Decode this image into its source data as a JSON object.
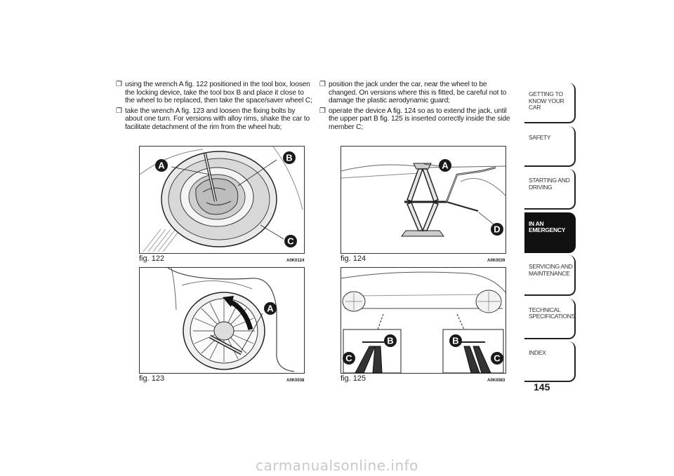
{
  "left_column": {
    "bullets": [
      "using the wrench A fig. 122 positioned in the tool box, loosen the locking device, take the tool box B and place it close to the wheel to be replaced, then take the space/saver wheel C;",
      "take the wrench A fig. 123 and loosen the fixing bolts by about one turn. For versions with alloy rims, shake the car to facilitate detachment of the rim from the wheel hub;"
    ]
  },
  "right_column": {
    "bullets": [
      "position the jack under the car, near the wheel to be changed. On versions where this is fitted, be careful not to damage the plastic aerodynamic guard;",
      "operate the device A fig. 124 so as to extend the jack, until the upper part B fig. 125 is inserted correctly inside the side member C;"
    ]
  },
  "bullet_mark": "❐",
  "figures": {
    "fig122": {
      "caption": "fig. 122",
      "code": "A0K0124",
      "labels": {
        "a": "A",
        "b": "B",
        "c": "C"
      }
    },
    "fig123": {
      "caption": "fig. 123",
      "code": "A0K0038",
      "labels": {
        "a": "A"
      }
    },
    "fig124": {
      "caption": "fig. 124",
      "code": "A0K0039",
      "labels": {
        "a": "A",
        "d": "D"
      }
    },
    "fig125": {
      "caption": "fig. 125",
      "code": "A0K0083",
      "labels": {
        "b1": "B",
        "c1": "C",
        "b2": "B",
        "c2": "C"
      }
    }
  },
  "side_tabs": [
    {
      "label": "GETTING TO KNOW YOUR CAR",
      "active": false
    },
    {
      "label": "SAFETY",
      "active": false
    },
    {
      "label": "STARTING AND DRIVING",
      "active": false
    },
    {
      "label": "IN AN EMERGENCY",
      "active": true
    },
    {
      "label": "SERVICING AND MAINTENANCE",
      "active": false
    },
    {
      "label": "TECHNICAL SPECIFICATIONS",
      "active": false
    },
    {
      "label": "INDEX",
      "active": false
    }
  ],
  "page_number": "145",
  "watermark": "carmanualsonline.info"
}
